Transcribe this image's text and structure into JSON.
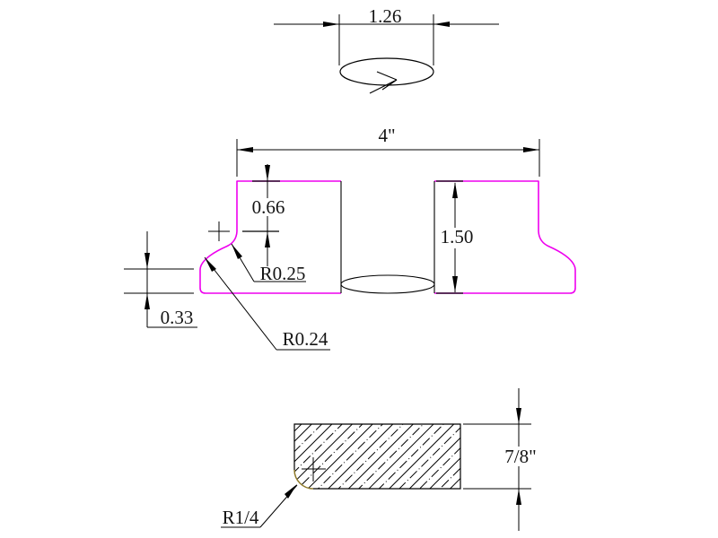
{
  "document": {
    "type": "engineering-drawing",
    "background": "#ffffff"
  },
  "colors": {
    "profile": "#ee00ee",
    "corner_arc": "#8f7a2a",
    "line": "#000000",
    "text": "#141414"
  },
  "labels": {
    "top_diameter": "1.26",
    "overall_width": "4\"",
    "recess_depth": "0.66",
    "section_height": "1.50",
    "upper_fillet_radius": "R0.25",
    "lower_round_radius": "R0.24",
    "flange_height": "0.33",
    "detail_thickness": "7/8\"",
    "detail_corner_radius": "R1/4"
  }
}
